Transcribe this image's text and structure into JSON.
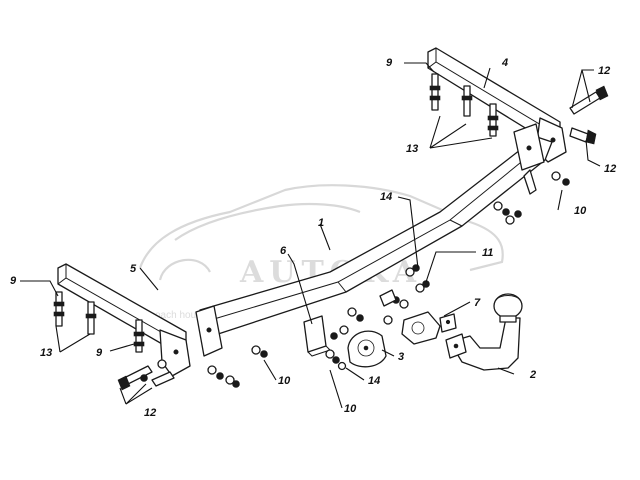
{
  "diagram": {
    "title": "Towbar assembly exploded view",
    "watermark": {
      "brand": "AUTOKA",
      "subtitle": "coach house & autosport"
    },
    "callouts": [
      {
        "id": "callout-1",
        "label": "1",
        "part": "main-crossbar"
      },
      {
        "id": "callout-2",
        "label": "2",
        "part": "tow-ball-neck"
      },
      {
        "id": "callout-3",
        "label": "3",
        "part": "socket-plate"
      },
      {
        "id": "callout-4",
        "label": "4",
        "part": "right-side-bracket"
      },
      {
        "id": "callout-5",
        "label": "5",
        "part": "left-side-bracket"
      },
      {
        "id": "callout-6",
        "label": "6",
        "part": "spacer-plate"
      },
      {
        "id": "callout-7",
        "label": "7",
        "part": "electrical-socket"
      },
      {
        "id": "callout-9-right",
        "label": "9",
        "part": "bracket-plate"
      },
      {
        "id": "callout-9-left",
        "label": "9",
        "part": "bracket-plate"
      },
      {
        "id": "callout-9-mid",
        "label": "9",
        "part": "bracket-plate"
      },
      {
        "id": "callout-10-right",
        "label": "10",
        "part": "washer"
      },
      {
        "id": "callout-10-mid",
        "label": "10",
        "part": "washer"
      },
      {
        "id": "callout-10-bottom",
        "label": "10",
        "part": "washer"
      },
      {
        "id": "callout-11",
        "label": "11",
        "part": "nut"
      },
      {
        "id": "callout-12-right-top",
        "label": "12",
        "part": "bolt"
      },
      {
        "id": "callout-12-right",
        "label": "12",
        "part": "bolt"
      },
      {
        "id": "callout-12-left",
        "label": "12",
        "part": "bolt"
      },
      {
        "id": "callout-13-right",
        "label": "13",
        "part": "long-bolt"
      },
      {
        "id": "callout-13-left",
        "label": "13",
        "part": "long-bolt"
      },
      {
        "id": "callout-14-top",
        "label": "14",
        "part": "lock-washer"
      },
      {
        "id": "callout-14-bottom",
        "label": "14",
        "part": "lock-washer"
      }
    ]
  }
}
